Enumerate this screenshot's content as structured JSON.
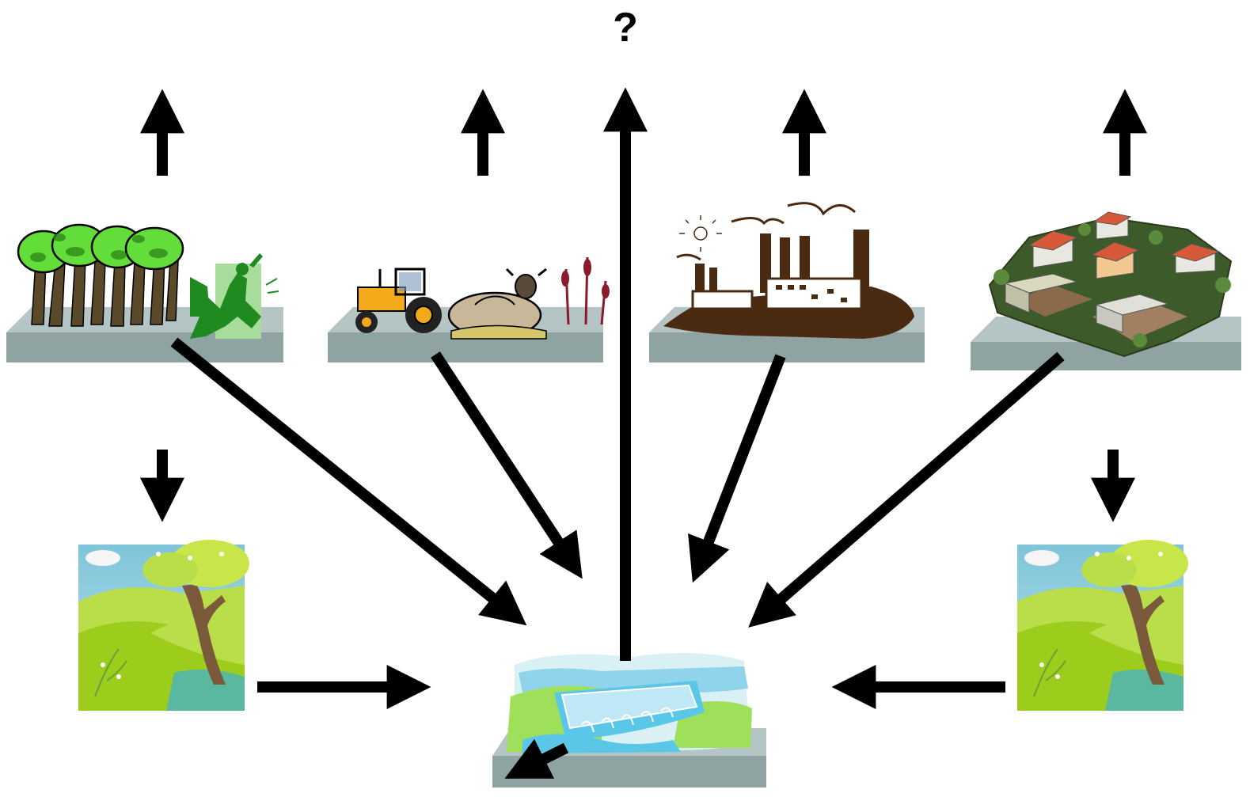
{
  "diagram": {
    "question_label": "?",
    "nodes": [
      {
        "name": "forest-platform",
        "icon": "forest-logging-icon"
      },
      {
        "name": "agriculture-platform",
        "icon": "tractor-cow-wheat-icon"
      },
      {
        "name": "industry-platform",
        "icon": "factory-icon"
      },
      {
        "name": "residential-platform",
        "icon": "houses-icon"
      },
      {
        "name": "landscape-left",
        "icon": "landscape-tree-icon"
      },
      {
        "name": "landscape-right",
        "icon": "landscape-tree-icon"
      },
      {
        "name": "reservoir-platform",
        "icon": "dam-reservoir-icon"
      }
    ],
    "colors": {
      "arrow": "#000000",
      "platform_top": "#a9b8b8",
      "platform_front": "#8fa3a3",
      "tree_green": "#62dd3a",
      "grass": "#9ccc1c",
      "factory_brown": "#4a2a10",
      "water": "#5ac7e8"
    }
  }
}
